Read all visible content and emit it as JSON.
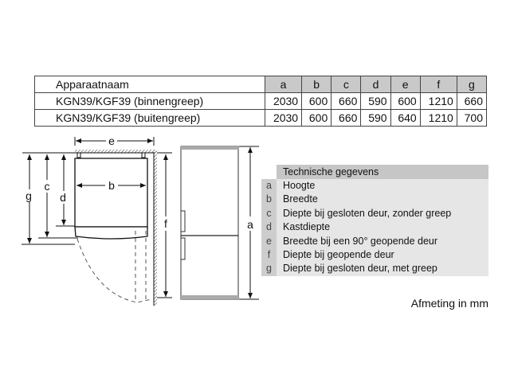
{
  "table": {
    "name_header": "Apparaatnaam",
    "columns": [
      "a",
      "b",
      "c",
      "d",
      "e",
      "f",
      "g"
    ],
    "rows": [
      {
        "name": "KGN39/KGF39 (binnengreep)",
        "values": [
          "2030",
          "600",
          "660",
          "590",
          "600",
          "1210",
          "660"
        ]
      },
      {
        "name": "KGN39/KGF39 (buitengreep)",
        "values": [
          "2030",
          "600",
          "660",
          "590",
          "640",
          "1210",
          "700"
        ]
      }
    ]
  },
  "drawing": {
    "labels": {
      "a": "a",
      "b": "b",
      "c": "c",
      "d": "d",
      "e": "e",
      "f": "f",
      "g": "g"
    }
  },
  "legend": {
    "title": "Technische gegevens",
    "items": [
      {
        "key": "a",
        "label": "Hoogte"
      },
      {
        "key": "b",
        "label": "Breedte"
      },
      {
        "key": "c",
        "label": "Diepte bij gesloten deur, zonder greep"
      },
      {
        "key": "d",
        "label": "Kastdiepte"
      },
      {
        "key": "e",
        "label": "Breedte bij een 90° geopende deur"
      },
      {
        "key": "f",
        "label": "Diepte bij geopende deur"
      },
      {
        "key": "g",
        "label": "Diepte bij gesloten deur, met greep"
      }
    ]
  },
  "unit_note": "Afmeting in mm"
}
